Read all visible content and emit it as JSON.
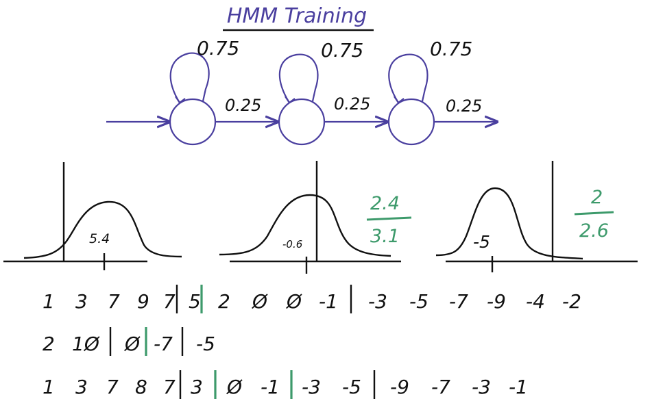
{
  "title": "HMM Training",
  "colors": {
    "ink_blue": "#4a3f9f",
    "ink_black": "#111111",
    "ink_green": "#3d9a6b"
  },
  "transitions": [
    {
      "self": "0.75",
      "next": "0.25"
    },
    {
      "self": "0.75",
      "next": "0.25"
    },
    {
      "self": "0.75",
      "next": "0.25"
    }
  ],
  "emissions": [
    {
      "mean": "5.4"
    },
    {
      "mean": "-0.6",
      "annotation": {
        "top": "2.4",
        "bottom": "3.1"
      }
    },
    {
      "mean": "-5",
      "annotation": {
        "top": "2",
        "bottom": "2.6"
      }
    }
  ],
  "sequences": [
    {
      "tokens": [
        "1",
        "3",
        "7",
        "9",
        "7",
        "|",
        "5",
        "G|",
        "2",
        "Ø",
        "Ø",
        "-1",
        "|",
        "-3",
        "-5",
        "-7",
        "-9",
        "-4",
        "-2"
      ]
    },
    {
      "tokens": [
        "2",
        "1Ø",
        "|",
        "Ø",
        "G|",
        "-7",
        "|",
        "-5"
      ]
    },
    {
      "tokens": [
        "1",
        "3",
        "7",
        "8",
        "7",
        "|",
        "3",
        "G|",
        "Ø",
        "-1",
        "G|",
        "-3",
        "-5",
        "|",
        "-9",
        "-7",
        "-3",
        "-1"
      ]
    }
  ]
}
